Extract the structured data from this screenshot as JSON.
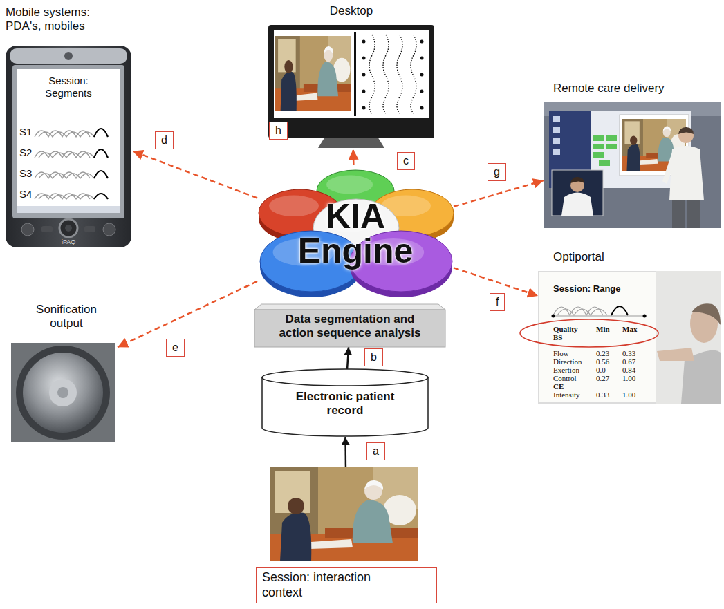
{
  "diagram": {
    "nodes": [
      {
        "text": [
          "Mobile systems: PDA's, mobiles",
          "Session: Segments"
        ]
      },
      {
        "text": [
          "Desktop"
        ]
      },
      {
        "text": [
          "Remote care delivery"
        ]
      },
      {
        "text": [
          "KIA Engine"
        ]
      },
      {
        "text": [
          "Optiportal",
          "Session: Range"
        ]
      },
      {
        "text": [
          "Sonification output"
        ]
      },
      {
        "text": [
          "Data segmentation and action sequence analysis"
        ]
      },
      {
        "text": [
          "Electronic patient record"
        ]
      },
      {
        "text": [
          "Session: interaction context"
        ]
      }
    ],
    "edges": [
      {
        "from": 8,
        "to": 7,
        "arrow": "to",
        "label": "a"
      },
      {
        "from": 7,
        "to": 6,
        "arrow": "to",
        "label": "b"
      },
      {
        "from": 3,
        "to": 1,
        "arrow": "to",
        "label": "c"
      },
      {
        "from": 3,
        "to": 0,
        "arrow": "to",
        "label": "d"
      },
      {
        "from": 3,
        "to": 5,
        "arrow": "to",
        "label": "e"
      },
      {
        "from": 3,
        "to": 4,
        "arrow": "to",
        "label": "f"
      },
      {
        "from": 3,
        "to": 2,
        "arrow": "to",
        "label": "g"
      }
    ],
    "labels": [
      "S1",
      "S2",
      "S3",
      "S4",
      "iPAQ",
      "h",
      "Quality",
      "Min",
      "Max",
      "BS",
      "Flow",
      "0.23",
      "0.33",
      "Direction",
      "0.56",
      "0.67",
      "Exertion",
      "0.0",
      "0.84",
      "Control",
      "0.27",
      "1.00",
      "CE",
      "Intensity",
      "0.33",
      "1.00"
    ]
  }
}
